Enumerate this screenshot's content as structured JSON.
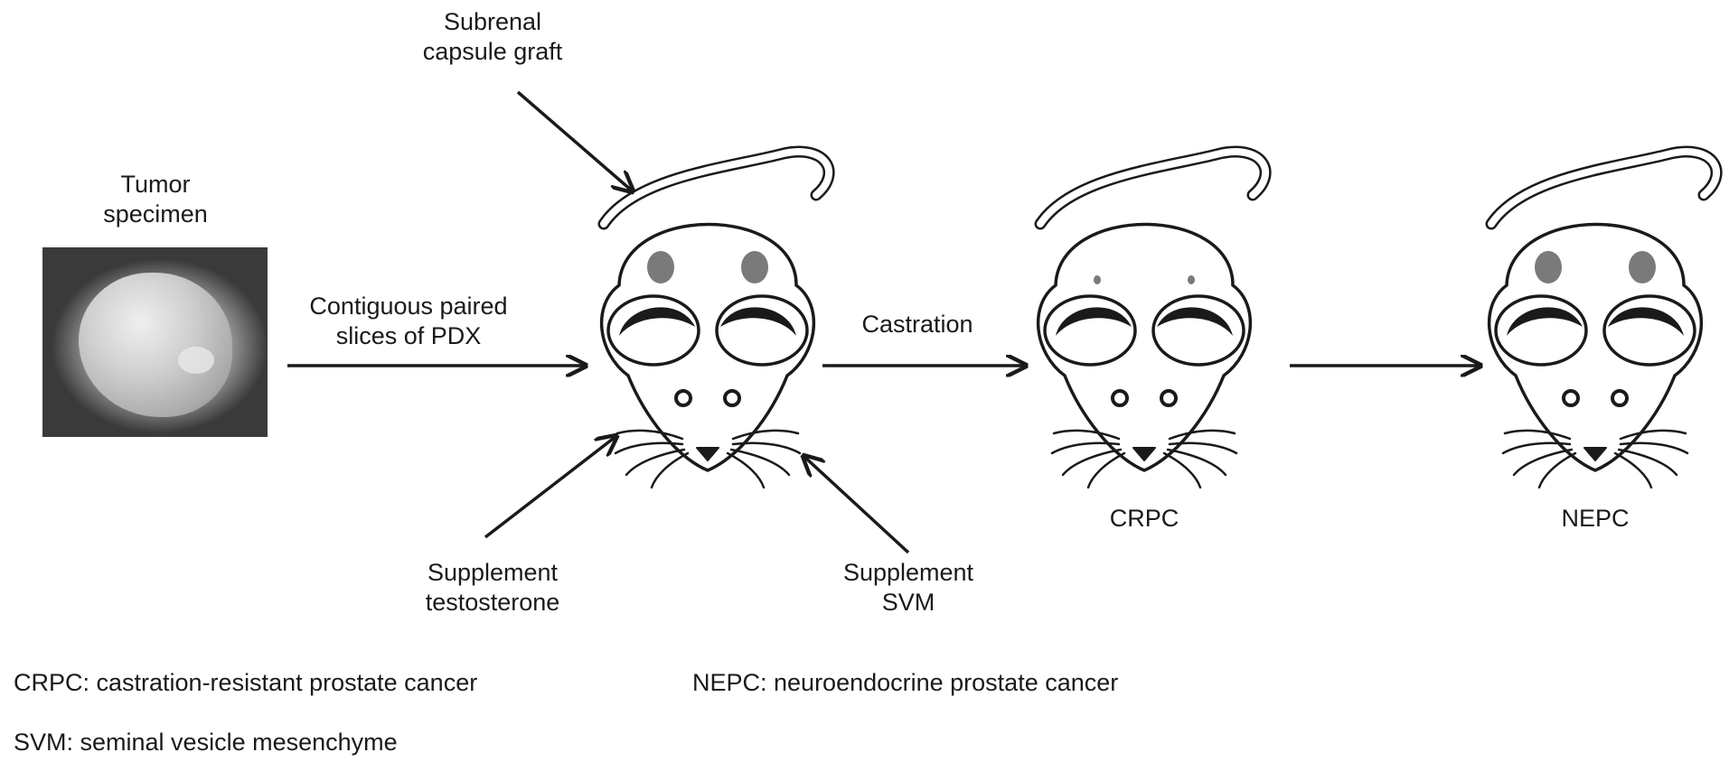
{
  "labels": {
    "tumor_specimen": [
      "Tumor",
      "specimen"
    ],
    "subrenal_capsule_graft": [
      "Subrenal",
      "capsule graft"
    ],
    "contiguous_slices": [
      "Contiguous paired",
      "slices of PDX"
    ],
    "castration": "Castration",
    "supplement_testosterone": [
      "Supplement",
      "testosterone"
    ],
    "supplement_svm": [
      "Supplement",
      "SVM"
    ],
    "crpc": "CRPC",
    "nepc": "NEPC"
  },
  "legend": {
    "crpc_def": "CRPC: castration-resistant prostate cancer",
    "nepc_def": "NEPC: neuroendocrine prostate cancer",
    "svm_def": "SVM: seminal vesicle mesenchyme"
  },
  "mice": [
    {
      "id": "grafted",
      "tumor_size": "large"
    },
    {
      "id": "crpc",
      "tumor_size": "small"
    },
    {
      "id": "nepc",
      "tumor_size": "large"
    }
  ],
  "colors": {
    "stroke": "#1a1a1a",
    "tumor": "#7a7a7a",
    "background": "#ffffff"
  }
}
